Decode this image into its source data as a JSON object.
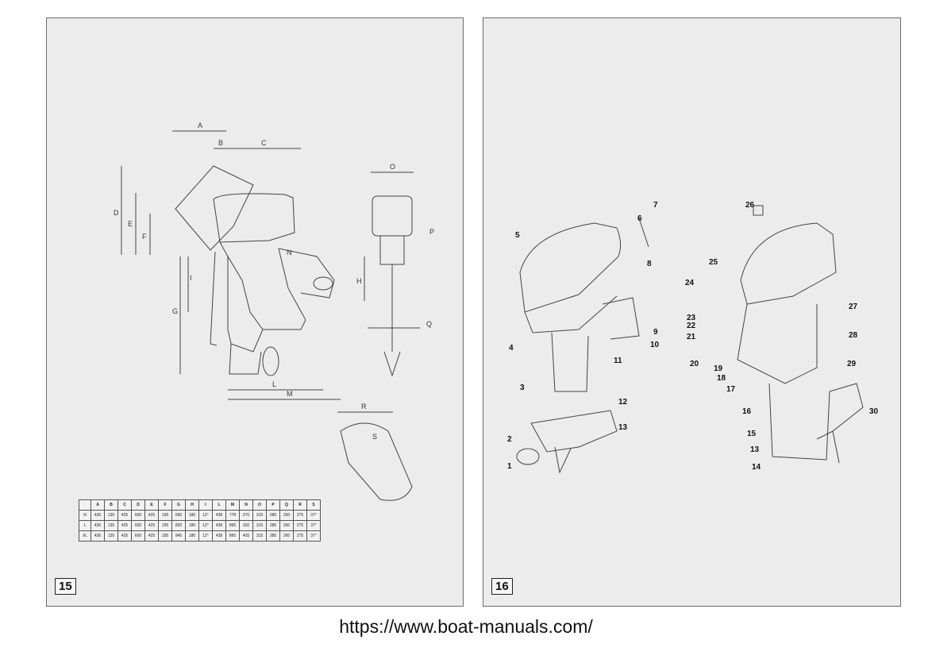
{
  "left_page": {
    "number": "15",
    "dimension_letters": [
      "A",
      "B",
      "C",
      "D",
      "E",
      "F",
      "G",
      "H",
      "I",
      "L",
      "M",
      "N",
      "O",
      "P",
      "Q",
      "R",
      "S"
    ],
    "table": {
      "headers": [
        "A",
        "B",
        "C",
        "D",
        "E",
        "F",
        "G",
        "H",
        "I",
        "L",
        "M",
        "N",
        "O",
        "P",
        "Q",
        "R",
        "S"
      ],
      "rows": [
        {
          "label": "N",
          "values": [
            "436",
            "135",
            "425",
            "600",
            "425",
            "195",
            "695",
            "180",
            "12°",
            "438",
            "778",
            "270",
            "315",
            "280",
            "260",
            "275",
            "37°"
          ]
        },
        {
          "label": "L",
          "values": [
            "436",
            "135",
            "425",
            "600",
            "425",
            "195",
            "820",
            "180",
            "12°",
            "438",
            "865",
            "320",
            "315",
            "280",
            "260",
            "275",
            "37°"
          ]
        },
        {
          "label": "XL",
          "values": [
            "436",
            "135",
            "425",
            "600",
            "425",
            "195",
            "945",
            "180",
            "12°",
            "438",
            "865",
            "435",
            "315",
            "280",
            "260",
            "275",
            "37°"
          ]
        }
      ]
    }
  },
  "right_page": {
    "number": "16",
    "callouts_left_motor": [
      "1",
      "2",
      "3",
      "4",
      "5",
      "6",
      "7",
      "8",
      "9",
      "10",
      "11",
      "12",
      "13"
    ],
    "callouts_right_motor": [
      "13",
      "14",
      "15",
      "16",
      "17",
      "18",
      "19",
      "20",
      "21",
      "22",
      "23",
      "24",
      "25",
      "26",
      "27",
      "28",
      "29",
      "30"
    ]
  },
  "footer": {
    "url": "https://www.boat-manuals.com/"
  }
}
